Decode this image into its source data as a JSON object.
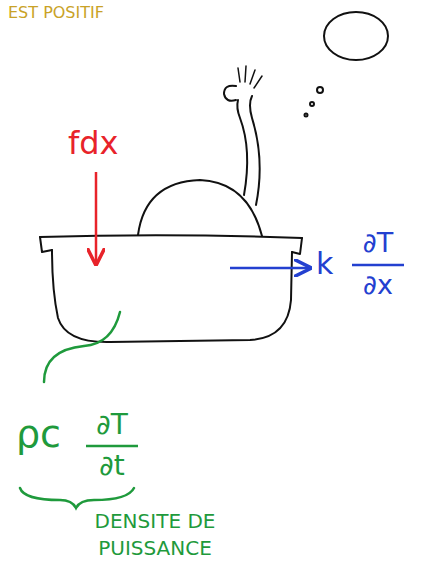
{
  "diagram": {
    "labels": [
      "EST POSITIF",
      "fdx",
      "k",
      "∂T",
      "∂x",
      "ρc",
      "∂T",
      "∂t",
      "DENSITE DE PUISSANCE"
    ]
  }
}
